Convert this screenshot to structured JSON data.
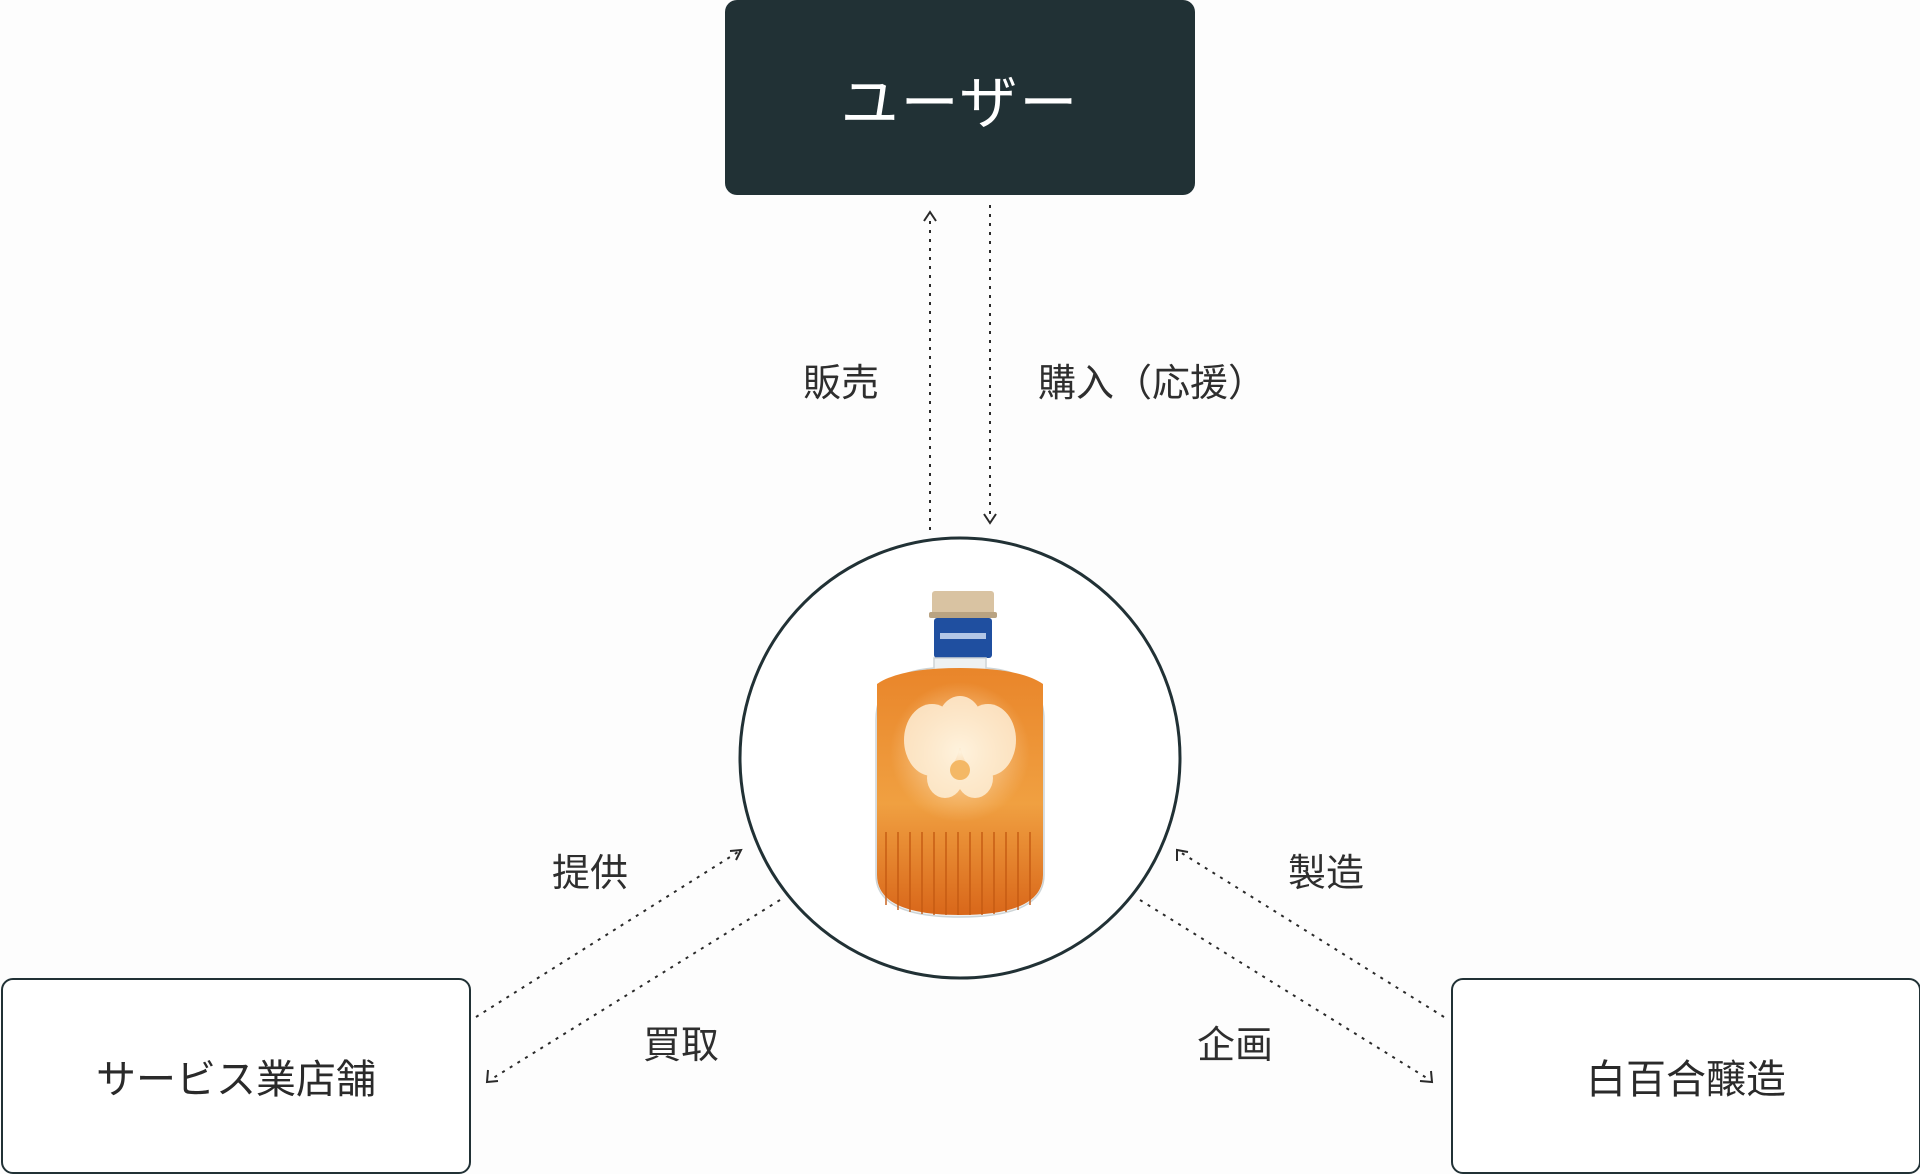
{
  "nodes": {
    "user": "ユーザー",
    "service_store": "サービス業店舗",
    "brewery": "白百合醸造"
  },
  "center": {
    "image_icon": "liqueur-bottle-icon"
  },
  "edges": {
    "sell": "販売",
    "purchase": "購入（応援）",
    "provide": "提供",
    "buyback": "買取",
    "manufacture": "製造",
    "plan": "企画"
  },
  "colors": {
    "dark": "#213135",
    "liquid": "#e8801e",
    "cap_label": "#1f4fa0"
  }
}
